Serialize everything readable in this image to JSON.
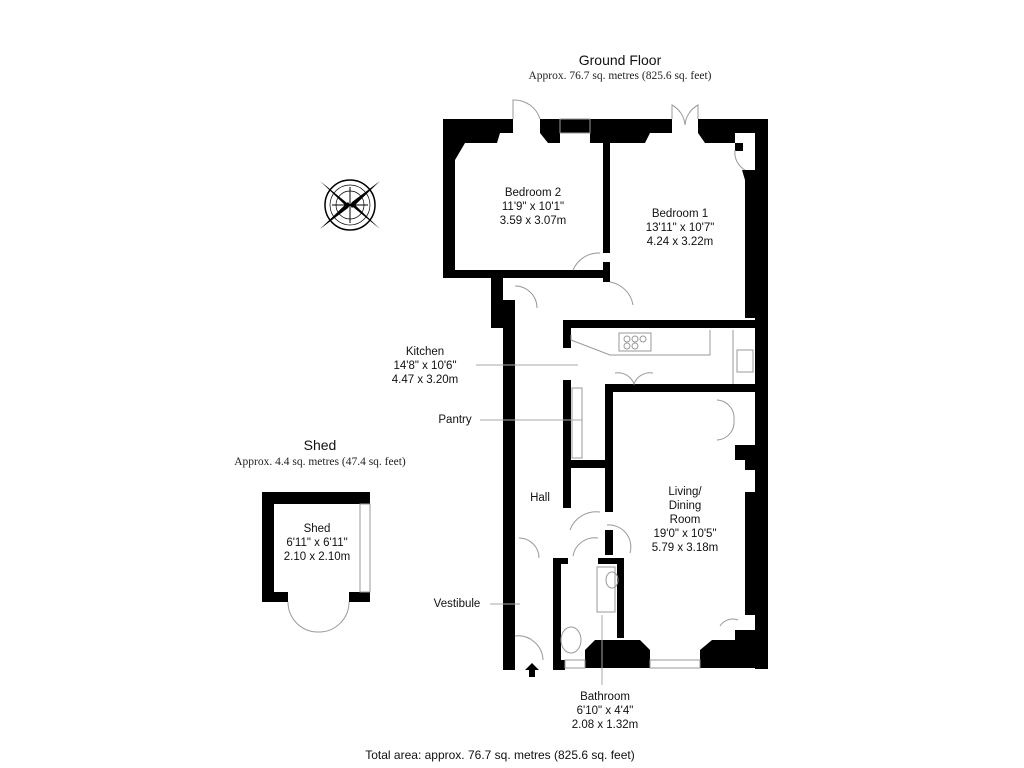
{
  "ground_floor": {
    "title": "Ground Floor",
    "area": "Approx. 76.7 sq. metres (825.6 sq. feet)"
  },
  "shed_section": {
    "title": "Shed",
    "area": "Approx. 4.4 sq. metres (47.4 sq. feet)"
  },
  "rooms": {
    "bedroom2": {
      "name": "Bedroom 2",
      "imperial": "11'9\" x 10'1\"",
      "metric": "3.59 x 3.07m"
    },
    "bedroom1": {
      "name": "Bedroom 1",
      "imperial": "13'11\" x 10'7\"",
      "metric": "4.24 x 3.22m"
    },
    "kitchen": {
      "name": "Kitchen",
      "imperial": "14'8\" x 10'6\"",
      "metric": "4.47 x 3.20m"
    },
    "pantry": {
      "name": "Pantry"
    },
    "hall": {
      "name": "Hall"
    },
    "living": {
      "name_line1": "Living/",
      "name_line2": "Dining",
      "name_line3": "Room",
      "imperial": "19'0\" x 10'5\"",
      "metric": "5.79 x 3.18m"
    },
    "vestibule": {
      "name": "Vestibule"
    },
    "bathroom": {
      "name": "Bathroom",
      "imperial": "6'10\" x 4'4\"",
      "metric": "2.08 x 1.32m"
    },
    "shed": {
      "name": "Shed",
      "imperial": "6'11\" x 6'11\"",
      "metric": "2.10 x 2.10m"
    }
  },
  "compass": {
    "icon": "compass-rose-icon"
  },
  "footer": {
    "total_area": "Total area: approx. 76.7 sq. metres (825.6 sq. feet)"
  },
  "colors": {
    "wall": "#000000",
    "background": "#ffffff",
    "fixture_line": "#999999"
  }
}
